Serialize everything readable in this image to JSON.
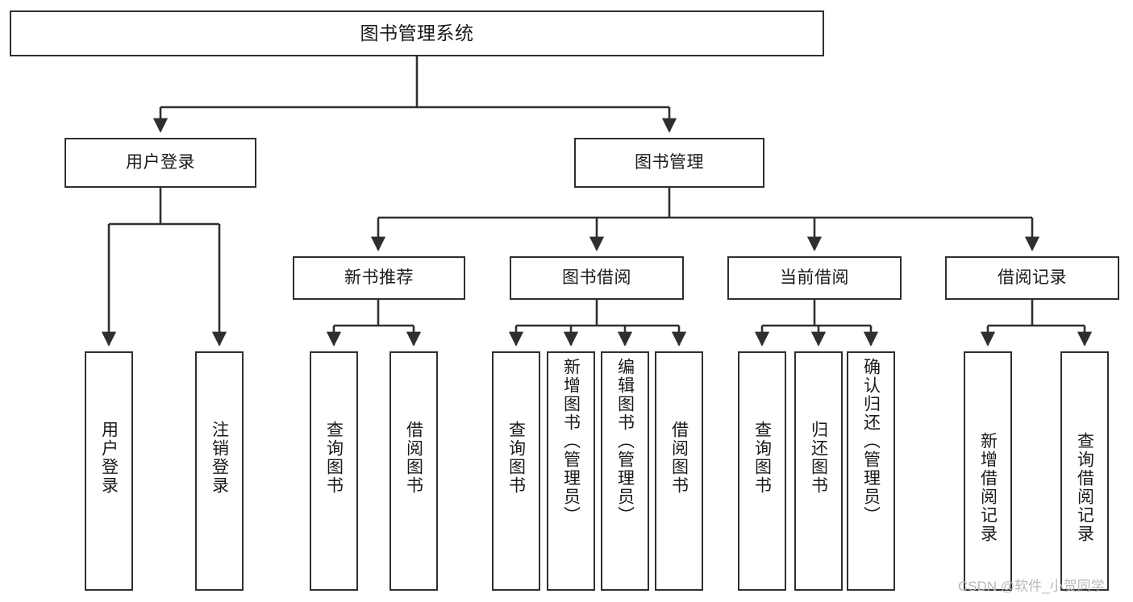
{
  "diagram": {
    "title": "图书管理系统",
    "type": "tree-hierarchy-diagram",
    "watermark": "CSDN @软件_小贺同学",
    "colors": {
      "border": "#2f2f2f",
      "background": "#ffffff",
      "text": "#1a1a1a",
      "edge": "#2f2f2f",
      "watermark": "#b9b9b9"
    },
    "nodes": {
      "root": {
        "label": "图书管理系统"
      },
      "level1": [
        {
          "label": "用户登录"
        },
        {
          "label": "图书管理"
        }
      ],
      "level2": [
        {
          "label": "新书推荐"
        },
        {
          "label": "图书借阅"
        },
        {
          "label": "当前借阅"
        },
        {
          "label": "借阅记录"
        }
      ],
      "leaves": {
        "user_login": [
          {
            "label": "用户登录"
          },
          {
            "label": "注销登录"
          }
        ],
        "new_book_recommend": [
          {
            "label": "查询图书"
          },
          {
            "label": "借阅图书"
          }
        ],
        "book_borrow": [
          {
            "label": "查询图书"
          },
          {
            "label": "新增图书（管理员）"
          },
          {
            "label": "编辑图书（管理员）"
          },
          {
            "label": "借阅图书"
          }
        ],
        "current_borrow": [
          {
            "label": "查询图书"
          },
          {
            "label": "归还图书"
          },
          {
            "label": "确认归还（管理员）"
          }
        ],
        "borrow_record": [
          {
            "label": "新增借阅记录"
          },
          {
            "label": "查询借阅记录"
          }
        ]
      }
    }
  }
}
